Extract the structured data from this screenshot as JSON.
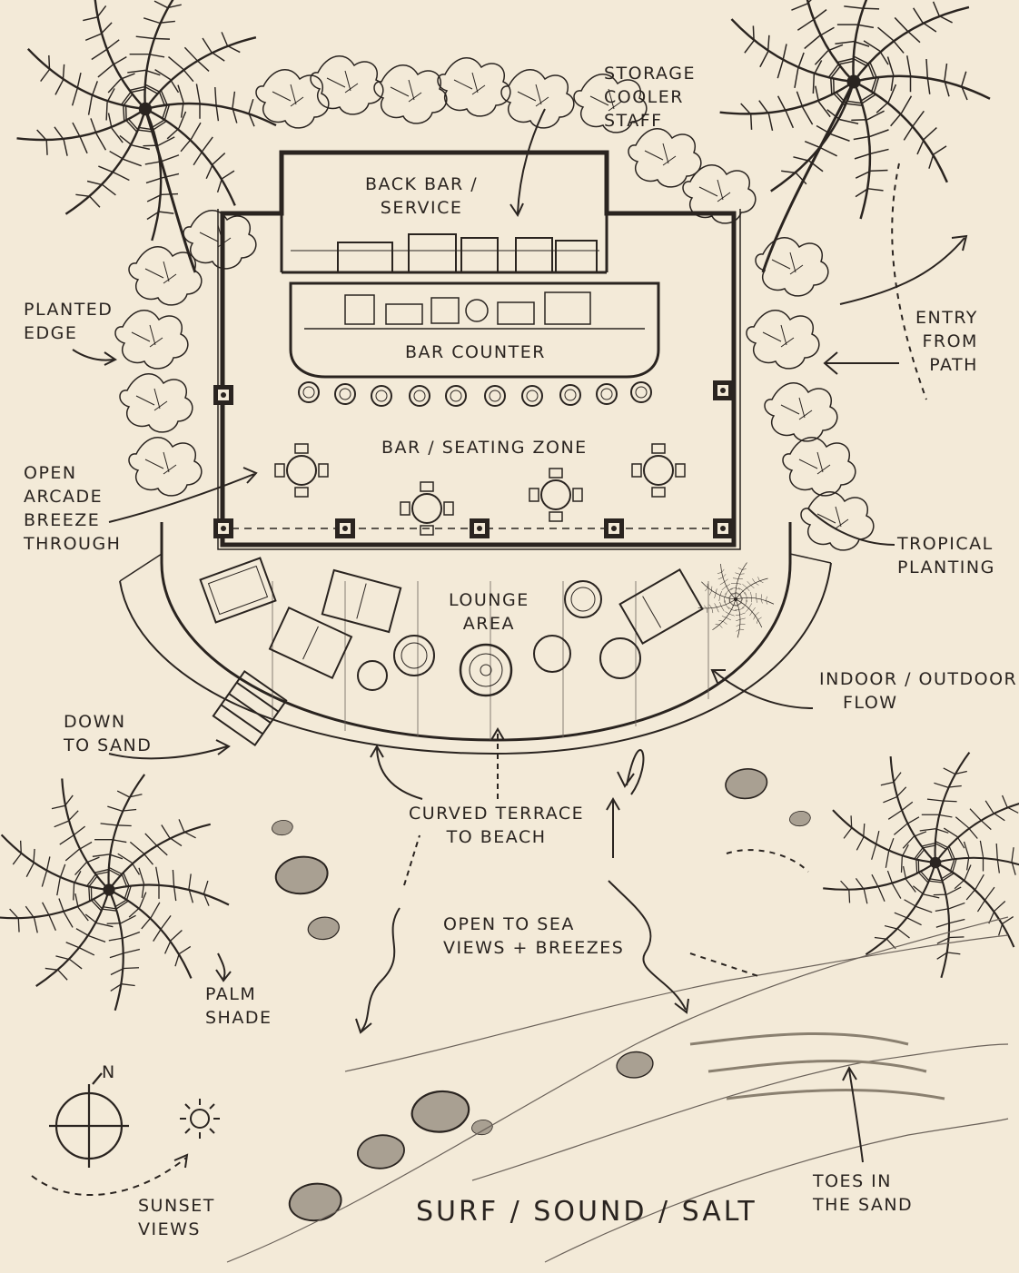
{
  "colors": {
    "paper": "#f3ead8",
    "ink": "#2a2420",
    "wash": "#d9cfbe",
    "rock": "#6b625a"
  },
  "labels": {
    "storage": [
      "STORAGE",
      "COOLER",
      "STAFF"
    ],
    "back_bar": [
      "BACK BAR /",
      "SERVICE"
    ],
    "bar_counter": "BAR COUNTER",
    "planted_edge": [
      "PLANTED",
      "EDGE"
    ],
    "entry": [
      "ENTRY",
      "FROM",
      "PATH"
    ],
    "seating_zone": "BAR / SEATING ZONE",
    "open_arcade": [
      "OPEN",
      "ARCADE",
      "BREEZE",
      "THROUGH"
    ],
    "tropical": [
      "TROPICAL",
      "PLANTING"
    ],
    "lounge": [
      "LOUNGE",
      "AREA"
    ],
    "indoor_outdoor": [
      "INDOOR / OUTDOOR",
      "FLOW"
    ],
    "down_to_sand": [
      "DOWN",
      "TO SAND"
    ],
    "curved_terrace": [
      "CURVED TERRACE",
      "TO BEACH"
    ],
    "open_to_sea": [
      "OPEN TO SEA",
      "VIEWS + BREEZES"
    ],
    "palm_shade": [
      "PALM",
      "SHADE"
    ],
    "north": "N",
    "sunset": [
      "SUNSET",
      "VIEWS"
    ],
    "toes": [
      "TOES IN",
      "THE SAND"
    ],
    "surf": "SURF / SOUND / SALT"
  },
  "icons": [
    "palm-tree-icon",
    "compass-icon",
    "sun-icon",
    "rock-icon",
    "stool-icon",
    "round-table-icon",
    "armchair-icon",
    "sofa-icon",
    "steps-icon"
  ]
}
